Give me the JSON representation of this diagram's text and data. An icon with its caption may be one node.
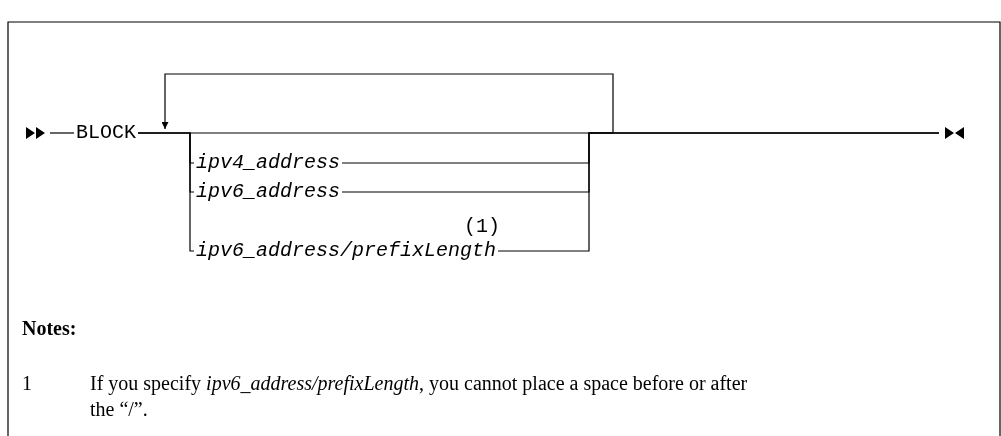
{
  "diagram": {
    "nodes": [
      {
        "text": [
          "BLOCK"
        ]
      },
      {
        "text": [
          "ipv4_address"
        ]
      },
      {
        "text": [
          "ipv6_address"
        ]
      },
      {
        "text": [
          "ipv6_address/prefixLength"
        ],
        "beside": [
          "(1)"
        ]
      }
    ],
    "edges": [
      {
        "from": null,
        "to": 0,
        "arrow": "none"
      },
      {
        "from": 0,
        "to": 1,
        "arrow": "none"
      },
      {
        "from": 0,
        "to": 2,
        "arrow": "none"
      },
      {
        "from": 0,
        "to": 3,
        "arrow": "none"
      },
      {
        "from": 1,
        "to": null,
        "arrow": "none"
      },
      {
        "from": 2,
        "to": null,
        "arrow": "none"
      },
      {
        "from": 3,
        "to": null,
        "arrow": "none"
      }
    ],
    "labels": [
      "Notes:",
      "1",
      "If you specify *ipv6_address/prefixLength*, you cannot place a space before or after the “/”."
    ]
  }
}
